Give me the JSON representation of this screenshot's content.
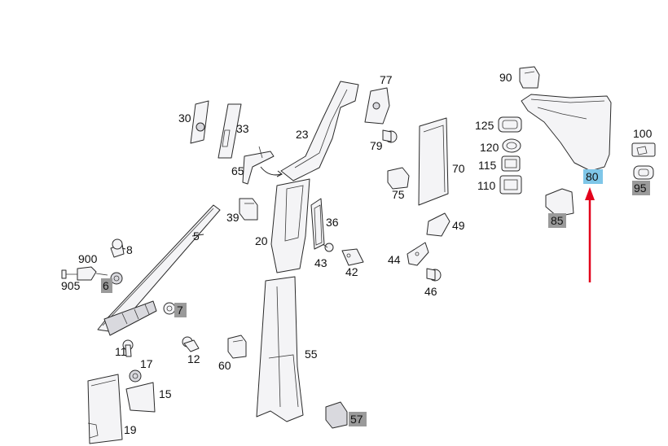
{
  "accent_color": "#e3001b",
  "highlight_gray": "#9a9a9a",
  "highlight_blue": "#7fc6e8",
  "labels": {
    "p5": "5",
    "p6": "6",
    "p7": "7",
    "p8": "8",
    "p11": "11",
    "p12": "12",
    "p15": "15",
    "p17": "17",
    "p19": "19",
    "p20": "20",
    "p23": "23",
    "p30": "30",
    "p33": "33",
    "p36": "36",
    "p39": "39",
    "p42": "42",
    "p43": "43",
    "p44": "44",
    "p46": "46",
    "p49": "49",
    "p55": "55",
    "p57": "57",
    "p60": "60",
    "p65": "65",
    "p70": "70",
    "p75": "75",
    "p77": "77",
    "p79": "79",
    "p80": "80",
    "p85": "85",
    "p90": "90",
    "p95": "95",
    "p100": "100",
    "p110": "110",
    "p115": "115",
    "p120": "120",
    "p125": "125",
    "p900": "900",
    "p905": "905"
  }
}
